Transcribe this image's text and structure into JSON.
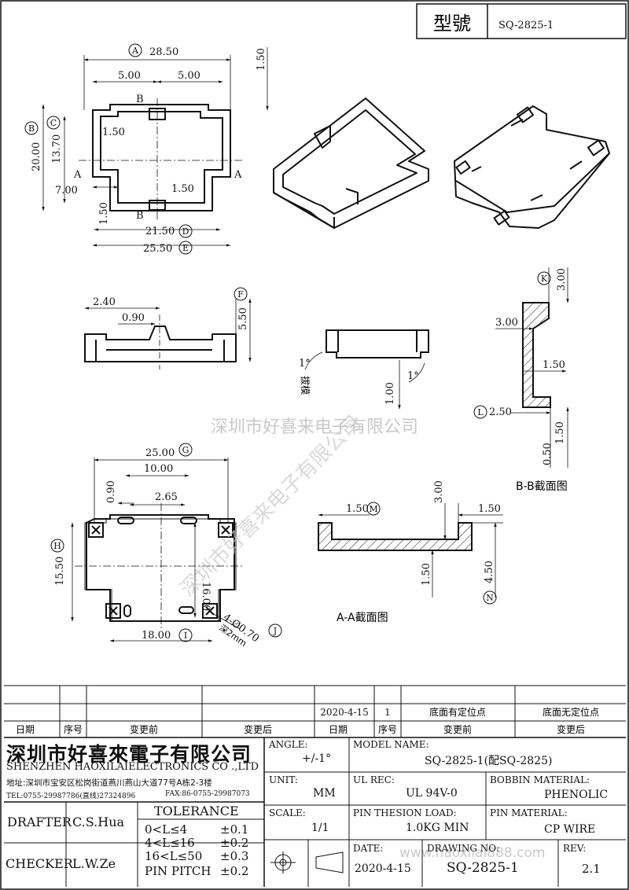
{
  "header": {
    "model_label": "型號",
    "model_value": "SQ-2825-1"
  },
  "dims": {
    "A": "28.50",
    "B_top": "1.50",
    "c500a": "5.00",
    "c500b": "5.00",
    "B": "20.00",
    "C": "13.70",
    "inner150": "1.50",
    "d700": "7.00",
    "d150b": "1.50",
    "d150c": "1.50",
    "D": "21.50",
    "E": "25.50",
    "s240": "2.40",
    "s090": "0.90",
    "F": "5.50",
    "G": "25.00",
    "g1000": "10.00",
    "g090": "0.90",
    "g265": "2.65",
    "H": "15.50",
    "g1600": "16.00",
    "I": "18.00",
    "J": "4-Ø0.70",
    "J_depth": "深2mm",
    "K": "3.00",
    "k300": "3.00",
    "k150": "1.50",
    "L": "2.50",
    "k150b": "1.50",
    "k050": "0.50",
    "angle1": "1°",
    "angle2": "1°",
    "draft": "拔模",
    "d100": "1.00",
    "M": "1.50",
    "m300": "3.00",
    "m150": "1.50",
    "m150b": "1.50",
    "N": "4.50"
  },
  "circles": [
    "A",
    "B",
    "C",
    "D",
    "E",
    "F",
    "G",
    "H",
    "I",
    "J",
    "K",
    "L",
    "M",
    "N"
  ],
  "section_marks": {
    "a": "A",
    "b": "B"
  },
  "views": {
    "bb_title": "B-B截面图",
    "aa_title": "A-A截面图"
  },
  "watermark": {
    "company": "深圳市好喜来电子有限公司",
    "url": "www.haoxilai888.com"
  },
  "revision": {
    "row1": {
      "date": "2020-4-15",
      "no": "1",
      "before": "底面有定位点",
      "after": "底面无定位点"
    },
    "headers": {
      "date": "日期",
      "no": "序号",
      "before": "变更前",
      "after": "变更后"
    }
  },
  "titleblock": {
    "company_cn": "深圳市好喜來電子有限公司",
    "company_en": "SHENZHEN HAOXILAIELECTRONICS CO .,LTD",
    "address": "地址:深圳市宝安区松岗街道燕川燕山大道77号A栋2-3楼",
    "tel": "TEL:0755-29987786(直线)27324896",
    "fax": "FAX:86-0755-29987073",
    "drafter_label": "DRAFTER",
    "drafter": "C.S.Hua",
    "checker_label": "CHECKER",
    "checker": "L.W.Ze",
    "tolerance_title": "TOLERANCE",
    "tol": [
      {
        "range": "0<L≤4",
        "value": "±0.1"
      },
      {
        "range": "4<L≤16",
        "value": "±0.2"
      },
      {
        "range": "16<L≤50",
        "value": "±0.3"
      },
      {
        "range": "PIN PITCH",
        "value": "±0.2"
      }
    ],
    "angle_label": "ANGLE:",
    "angle": "+/-1°",
    "unit_label": "UNIT:",
    "unit": "MM",
    "scale_label": "SCALE:",
    "scale": "1/1",
    "model_label": "MODEL NAME:",
    "model": "SQ-2825-1(配SQ-2825)",
    "ul_label": "UL REC:",
    "ul": "UL 94V-0",
    "bobbin_label": "BOBBIN MATERIAL:",
    "bobbin": "PHENOLIC",
    "load_label": "PIN THESION LOAD:",
    "load": "1.0KG MIN",
    "pin_label": "PIN MATERIAL:",
    "pin": "CP WIRE",
    "date_label": "DATE:",
    "date": "2020-4-15",
    "drawing_label": "DRAWING NO:",
    "drawing": "SQ-2825-1",
    "rev_label": "REV:",
    "rev": "2.1"
  }
}
